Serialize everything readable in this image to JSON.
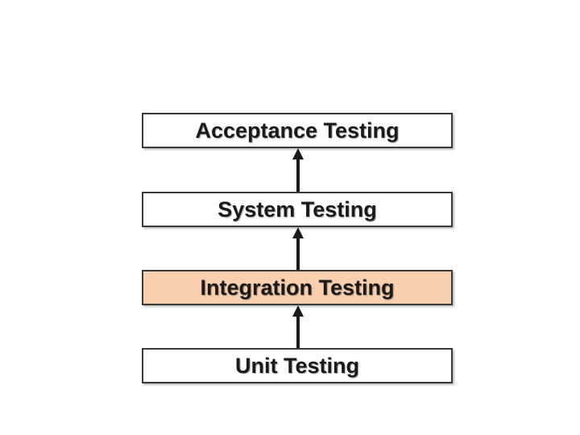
{
  "diagram": {
    "levels": [
      {
        "label": "Acceptance Testing",
        "fill": "#ffffff"
      },
      {
        "label": "System Testing",
        "fill": "#ffffff"
      },
      {
        "label": "Integration Testing",
        "fill": "#f9cfae"
      },
      {
        "label": "Unit Testing",
        "fill": "#ffffff"
      }
    ],
    "arrow_color": "#1a1a1a",
    "border_color": "#3a3a3a"
  }
}
